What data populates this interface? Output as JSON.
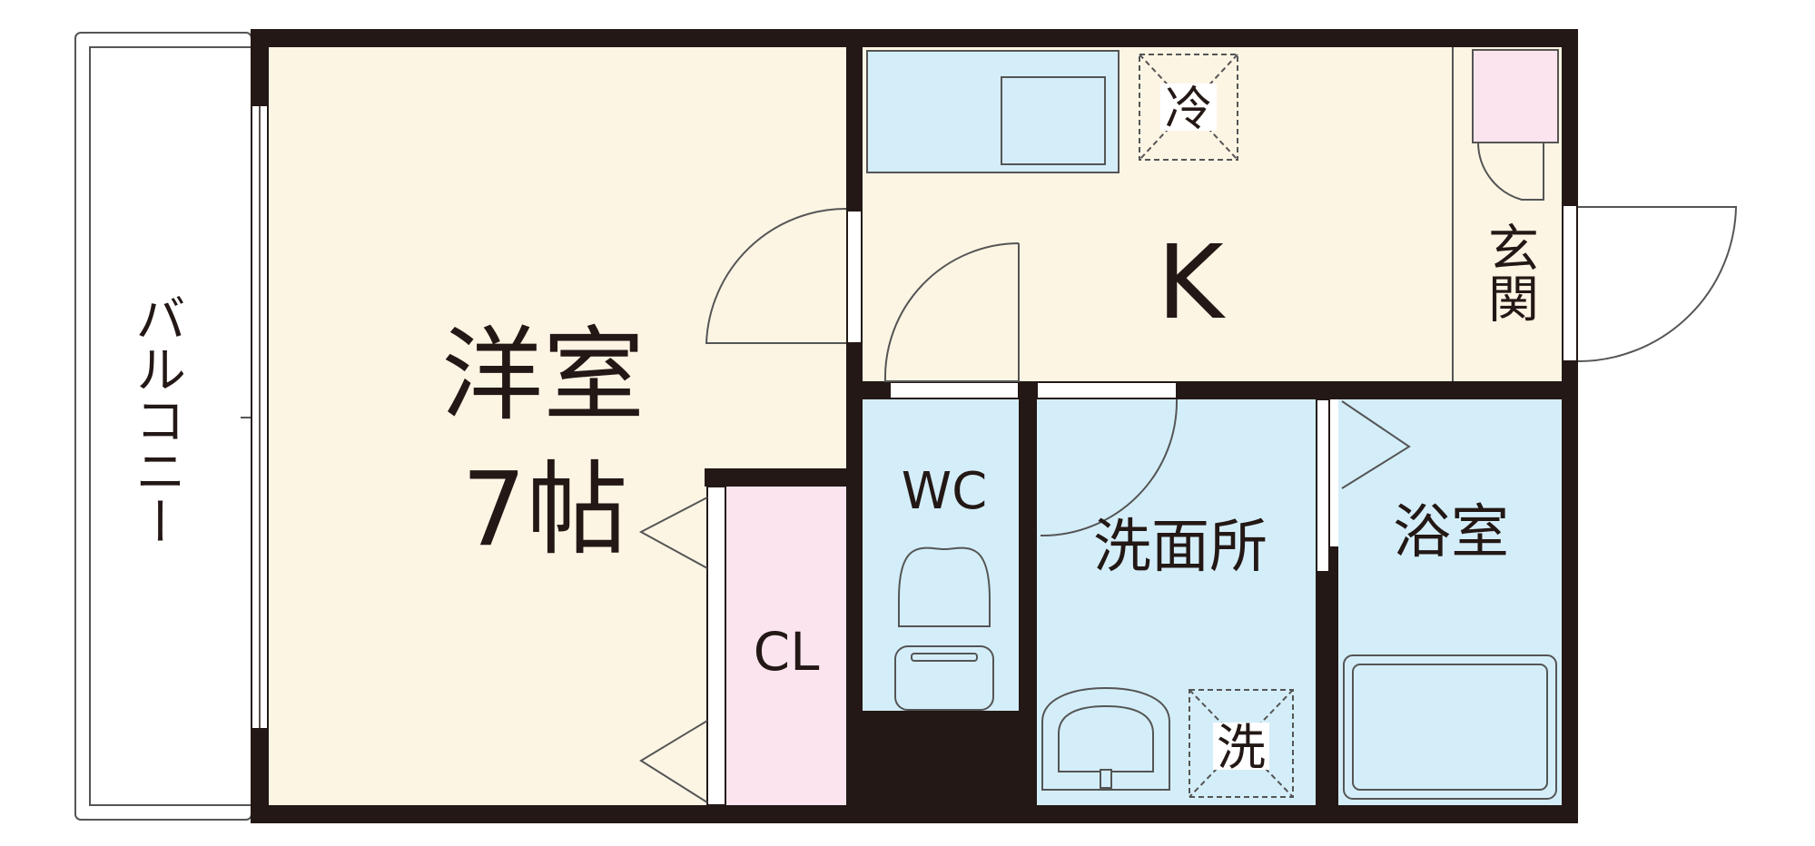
{
  "rooms": {
    "balcony": "バルコニー",
    "western_room_name": "洋室",
    "western_room_size": "7帖",
    "kitchen": "K",
    "entrance": "玄関",
    "closet": "CL",
    "toilet": "WC",
    "washroom": "洗面所",
    "bathroom": "浴室"
  },
  "fixtures": {
    "refrigerator_space": "冷",
    "washer_space": "洗"
  },
  "colors": {
    "wall": "#231815",
    "living_floor": "#fdf5e4",
    "wet_area": "#d4eef9",
    "closet": "#fbe4ee",
    "outline": "#555555"
  }
}
